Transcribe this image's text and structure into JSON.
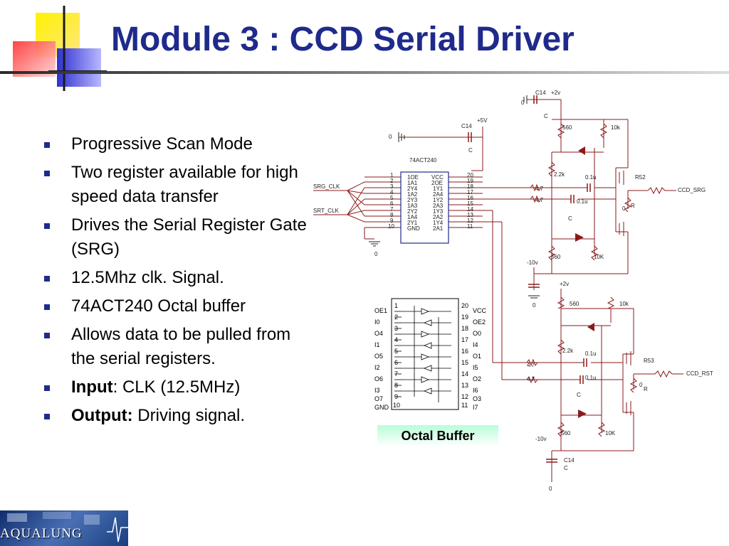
{
  "slide": {
    "title": "Module 3 : CCD Serial Driver",
    "bullets": [
      {
        "bold": "",
        "text": "Progressive Scan Mode"
      },
      {
        "bold": "",
        "text": "Two register available for high speed data transfer"
      },
      {
        "bold": "",
        "text": "Drives the Serial Register Gate (SRG)"
      },
      {
        "bold": "",
        "text": "12.5Mhz clk. Signal."
      },
      {
        "bold": "",
        "text": "74ACT240 Octal buffer"
      },
      {
        "bold": "",
        "text": "Allows data to be pulled from the serial registers."
      },
      {
        "bold": "Input",
        "text": ": CLK (12.5MHz)"
      },
      {
        "bold": "Output:",
        "text": " Driving signal."
      }
    ],
    "octal_label": "Octal Buffer",
    "logo_text": "AQUALUNG"
  },
  "schematic": {
    "ic_name": "74ACT240",
    "ic_pins_left": [
      "1",
      "2",
      "3",
      "4",
      "5",
      "6",
      "7",
      "8",
      "9",
      "10"
    ],
    "ic_names_left": [
      "1OE",
      "1A1",
      "2Y4",
      "1A2",
      "2Y3",
      "1A3",
      "2Y2",
      "1A4",
      "2Y1",
      "GND"
    ],
    "ic_names_right": [
      "VCC",
      "2OE",
      "1Y1",
      "2A4",
      "1Y2",
      "2A3",
      "1Y3",
      "2A2",
      "1Y4",
      "2A1"
    ],
    "ic_pins_right": [
      "20",
      "19",
      "18",
      "17",
      "16",
      "15",
      "14",
      "13",
      "12",
      "11"
    ],
    "srg_clk": "SRG_CLK",
    "srt_clk": "SRT_CLK",
    "zero": "0",
    "cap_c14": "C14",
    "cap_c": "C",
    "plus5v": "+5V",
    "plus2v": "+2v",
    "minus10v": "-10v",
    "r560": "560",
    "r10k": "10k",
    "r10K": "10K",
    "r2_2k": "2.2k",
    "c0_1u": "0.1u",
    "r4_7": "4.7",
    "r_r52": "R52",
    "r_r53": "R53",
    "r_0": "0",
    "r_R": "R",
    "out_srg": "CCD_SRG",
    "out_rst": "CCD_RST"
  },
  "chip_diagram": {
    "left_pins": [
      "1",
      "2",
      "3",
      "4",
      "5",
      "6",
      "7",
      "8",
      "9",
      "10"
    ],
    "left_names": [
      "OE1",
      "I0",
      "O4",
      "I1",
      "O5",
      "I2",
      "O6",
      "I3",
      "O7",
      "GND"
    ],
    "right_pins": [
      "20",
      "19",
      "18",
      "17",
      "16",
      "15",
      "14",
      "13",
      "12",
      "11"
    ],
    "right_names": [
      "VCC",
      "OE2",
      "O0",
      "I4",
      "O1",
      "I5",
      "O2",
      "I6",
      "O3",
      "I7"
    ]
  },
  "colors": {
    "title": "#1f2a8c",
    "bullet": "#1f2a8c",
    "wire": "#8b1a1a",
    "ic": "#1f2a8c"
  }
}
